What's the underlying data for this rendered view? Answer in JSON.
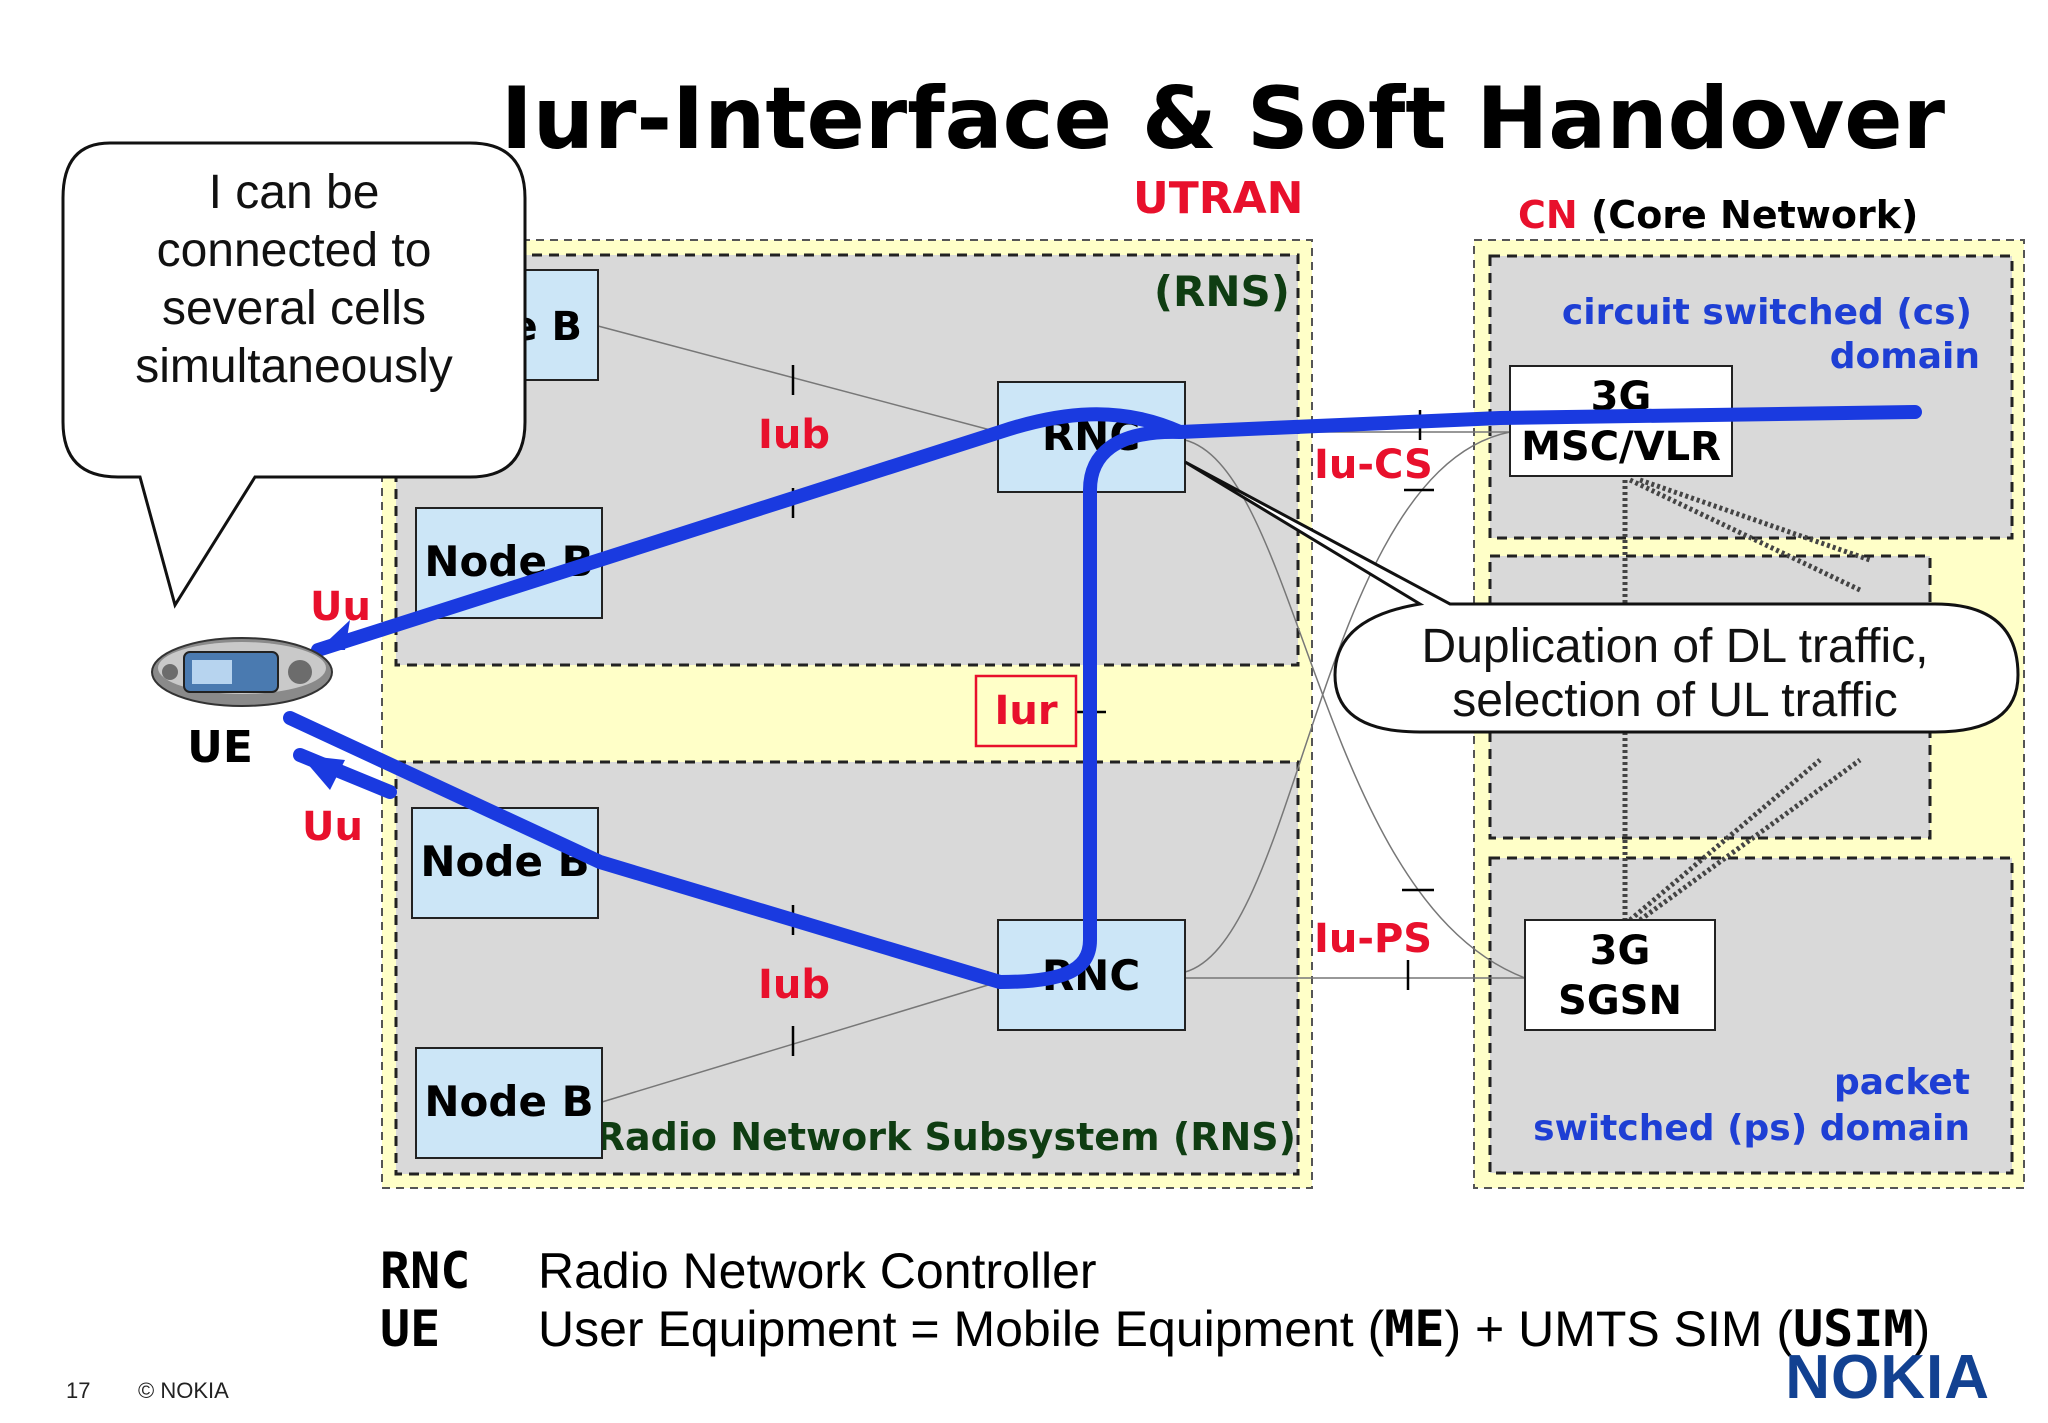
{
  "title": "Iur-Interface & Soft Handover",
  "utran_label": "UTRAN",
  "cn_label_prefix": "CN",
  "cn_label_suffix": " (Core Network)",
  "rns_top_label": "(RNS)",
  "rns_bottom_label": "Radio Network Subsystem (RNS)",
  "cs_domain_line1": "circuit switched (cs)",
  "cs_domain_line2": "domain",
  "ps_domain_line1": "packet",
  "ps_domain_line2": "switched (ps) domain",
  "nodes": {
    "node_b_1": "Node B",
    "node_b_2": "Node B",
    "node_b_3": "Node B",
    "node_b_4": "Node B",
    "rnc_top": "RNC",
    "rnc_bottom": "RNC",
    "msc_line1": "3G",
    "msc_line2": "MSC/VLR",
    "sgsn_line1": "3G",
    "sgsn_line2": "SGSN",
    "ue": "UE"
  },
  "interfaces": {
    "uu_top": "Uu",
    "uu_bottom": "Uu",
    "iub_top": "Iub",
    "iub_bottom": "Iub",
    "iur": "Iur",
    "iu_cs": "Iu-CS",
    "iu_ps": "Iu-PS"
  },
  "callout_ue": [
    "I can be",
    "connected to",
    "several cells",
    "simultaneously"
  ],
  "callout_rnc": [
    "Duplication of DL traffic,",
    "selection of UL traffic"
  ],
  "legend": {
    "rnc_abbr": "RNC",
    "rnc_text": "Radio Network Controller",
    "ue_abbr": "UE",
    "ue_text_1": "User Equipment = Mobile Equipment (",
    "ue_me": "ME",
    "ue_text_2": ") + UMTS SIM (",
    "ue_usim": "USIM",
    "ue_text_3": ")"
  },
  "footer": {
    "page_number": "17",
    "copyright": "© NOKIA",
    "logo": "NOKIA"
  },
  "colors": {
    "red": "#e8102c",
    "blue_path": "#1a3ae0",
    "dark_green": "#0f3d12",
    "blue_text": "#1e3fd4",
    "node_fill": "#cce6f7",
    "grey_box": "#d9d9d9",
    "yellow_bg": "#ffffc8",
    "nokia_blue": "#124191"
  }
}
